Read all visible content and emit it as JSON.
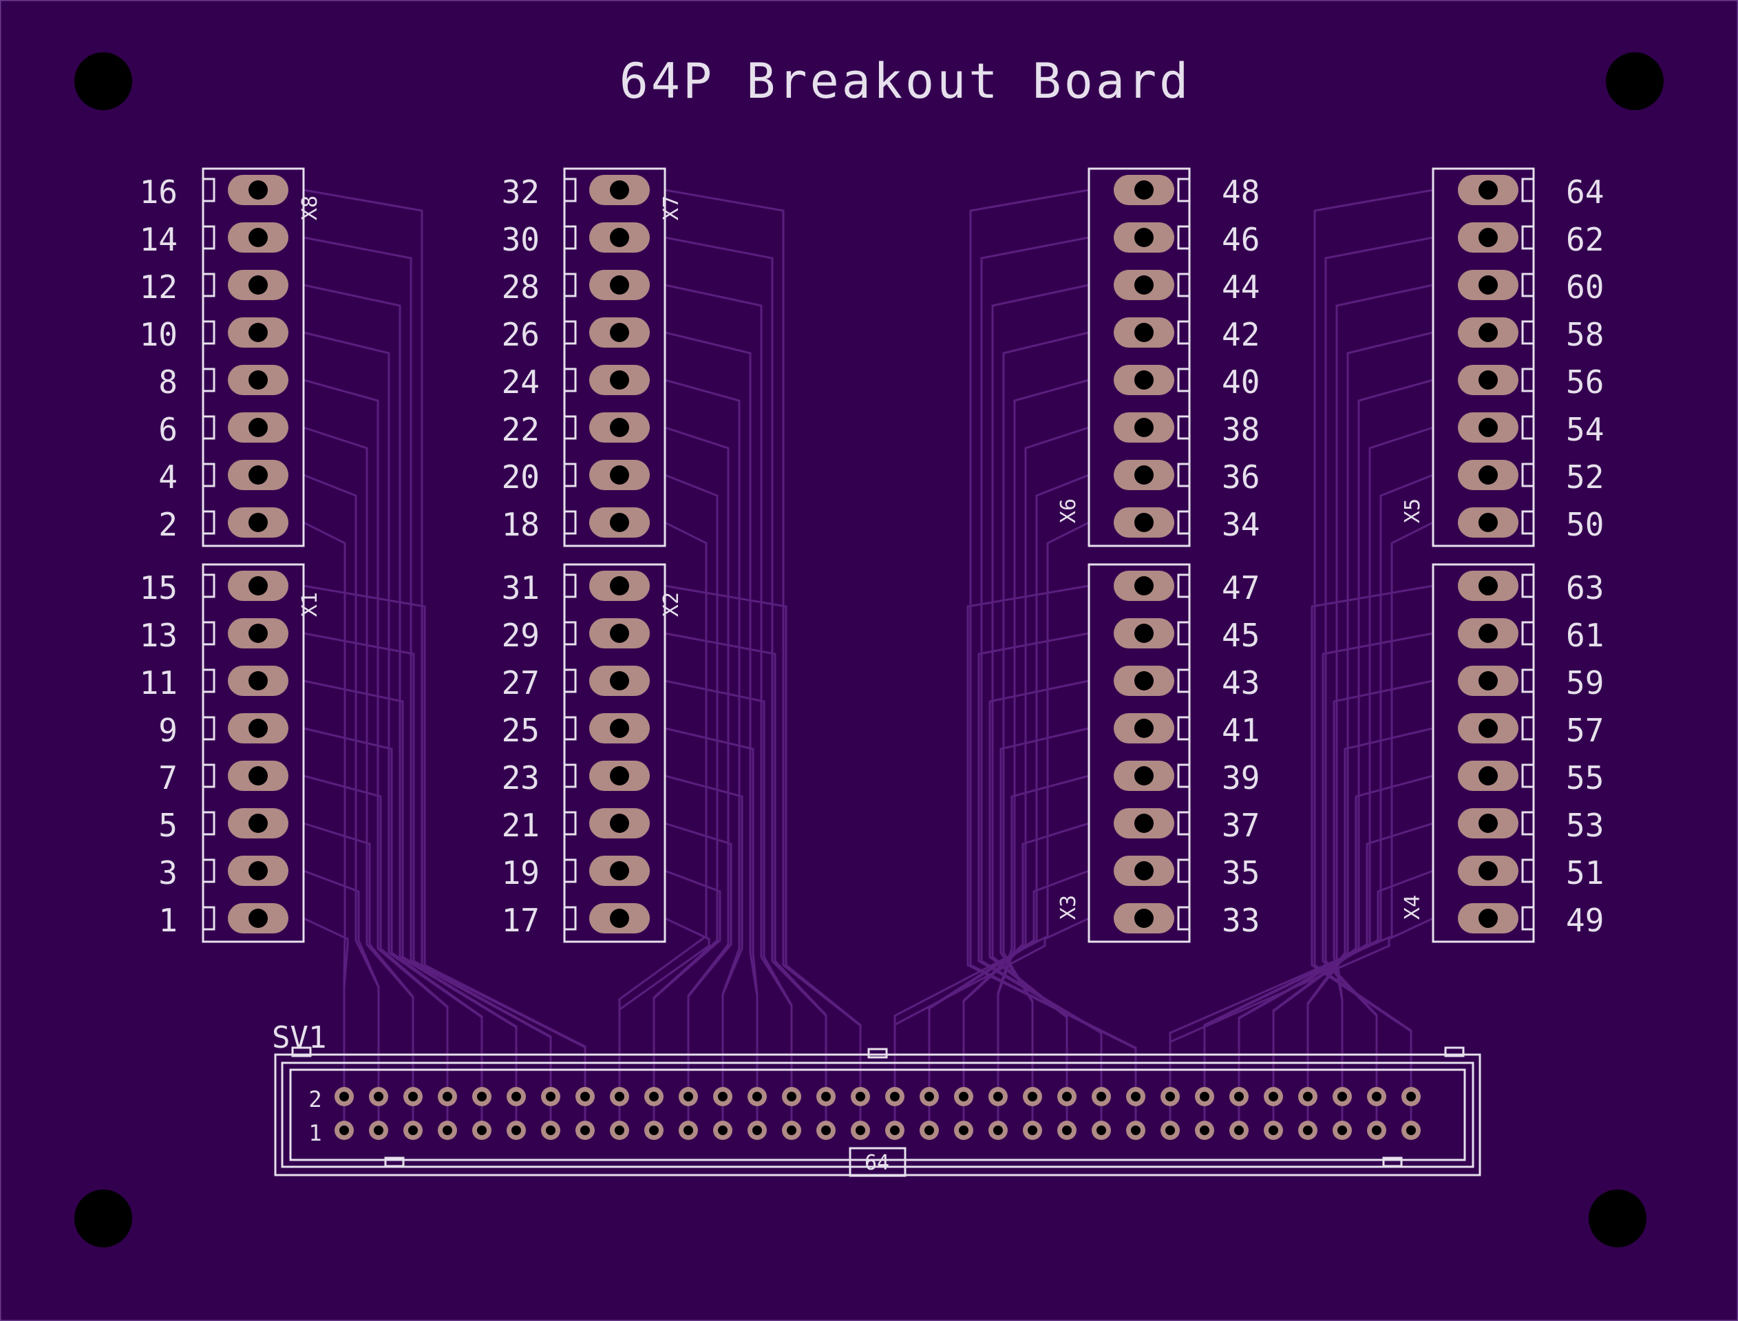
{
  "board": {
    "title": "64P Breakout Board",
    "colors": {
      "substrate": "#33004f",
      "edge": "#6a3a8c",
      "trace": "#5a1f7e",
      "silkscreen": "#e6e0ec",
      "copper": "#b08a85",
      "drill": "#000000"
    },
    "mounting_holes": 4
  },
  "terminal_blocks": [
    {
      "ref": "X8",
      "col": 0,
      "row": 0,
      "pins": [
        "16",
        "14",
        "12",
        "10",
        "8",
        "6",
        "4",
        "2"
      ]
    },
    {
      "ref": "X1",
      "col": 0,
      "row": 1,
      "pins": [
        "15",
        "13",
        "11",
        "9",
        "7",
        "5",
        "3",
        "1"
      ]
    },
    {
      "ref": "X7",
      "col": 1,
      "row": 0,
      "pins": [
        "32",
        "30",
        "28",
        "26",
        "24",
        "22",
        "20",
        "18"
      ]
    },
    {
      "ref": "X2",
      "col": 1,
      "row": 1,
      "pins": [
        "31",
        "29",
        "27",
        "25",
        "23",
        "21",
        "19",
        "17"
      ]
    },
    {
      "ref": "X6",
      "col": 2,
      "row": 0,
      "pins": [
        "48",
        "46",
        "44",
        "42",
        "40",
        "38",
        "36",
        "34"
      ]
    },
    {
      "ref": "X3",
      "col": 2,
      "row": 1,
      "pins": [
        "47",
        "45",
        "43",
        "41",
        "39",
        "37",
        "35",
        "33"
      ]
    },
    {
      "ref": "X5",
      "col": 3,
      "row": 0,
      "pins": [
        "64",
        "62",
        "60",
        "58",
        "56",
        "54",
        "52",
        "50"
      ]
    },
    {
      "ref": "X4",
      "col": 3,
      "row": 1,
      "pins": [
        "63",
        "61",
        "59",
        "57",
        "55",
        "53",
        "51",
        "49"
      ]
    }
  ],
  "header": {
    "ref": "SV1",
    "row_labels": [
      "2",
      "1"
    ],
    "pin_count_label": "64",
    "pins_per_row": 32
  }
}
